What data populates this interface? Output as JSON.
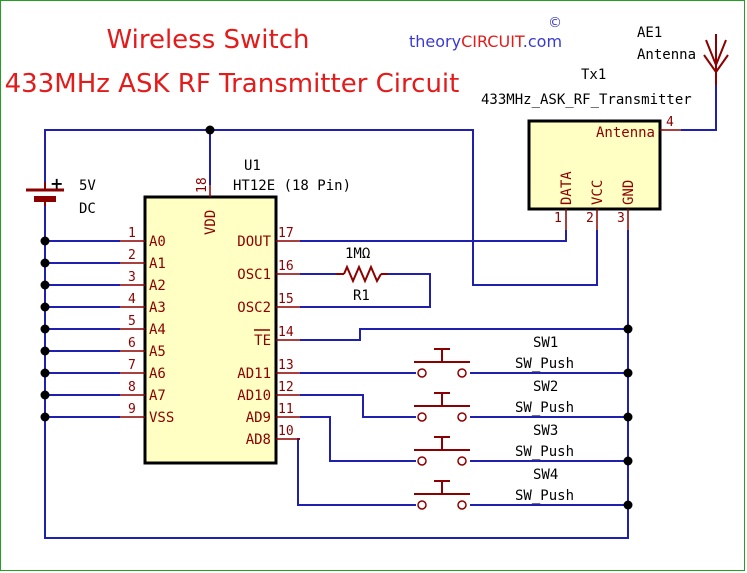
{
  "title": {
    "line1": "Wireless Switch",
    "line2": "433MHz ASK RF Transmitter Circuit",
    "color": "#e31b1b"
  },
  "brand": {
    "prefix": "theory",
    "highlight": "CIRCUIT",
    "suffix": ".com",
    "copyright": "©",
    "prefix_color": "#3a3ad0",
    "highlight_color": "#e31b1b"
  },
  "battery": {
    "voltage": "5V",
    "type": "DC",
    "plus": "+"
  },
  "ic": {
    "ref": "U1",
    "value": "HT12E (18 Pin)",
    "vdd_label": "VDD",
    "vdd_pin": "18",
    "left_pins": [
      {
        "num": "1",
        "name": "A0"
      },
      {
        "num": "2",
        "name": "A1"
      },
      {
        "num": "3",
        "name": "A2"
      },
      {
        "num": "4",
        "name": "A3"
      },
      {
        "num": "5",
        "name": "A4"
      },
      {
        "num": "6",
        "name": "A5"
      },
      {
        "num": "7",
        "name": "A6"
      },
      {
        "num": "8",
        "name": "A7"
      },
      {
        "num": "9",
        "name": "VSS"
      }
    ],
    "right_pins": [
      {
        "num": "17",
        "name": "DOUT"
      },
      {
        "num": "16",
        "name": "OSC1"
      },
      {
        "num": "15",
        "name": "OSC2"
      },
      {
        "num": "14",
        "name": "TE"
      },
      {
        "num": "13",
        "name": "AD11"
      },
      {
        "num": "12",
        "name": "AD10"
      },
      {
        "num": "11",
        "name": "AD9"
      },
      {
        "num": "10",
        "name": "AD8"
      }
    ]
  },
  "resistor": {
    "value": "1MΩ",
    "ref": "R1"
  },
  "transmitter": {
    "ref": "Tx1",
    "value": "433MHz_ASK_RF_Transmitter",
    "antenna_pin_label": "Antenna",
    "antenna_pin_num": "4",
    "pins": [
      {
        "num": "1",
        "name": "DATA"
      },
      {
        "num": "2",
        "name": "VCC"
      },
      {
        "num": "3",
        "name": "GND"
      }
    ]
  },
  "antenna": {
    "ref": "AE1",
    "value": "Antenna"
  },
  "switches": [
    {
      "ref": "SW1",
      "value": "SW_Push"
    },
    {
      "ref": "SW2",
      "value": "SW_Push"
    },
    {
      "ref": "SW3",
      "value": "SW_Push"
    },
    {
      "ref": "SW4",
      "value": "SW_Push"
    }
  ]
}
